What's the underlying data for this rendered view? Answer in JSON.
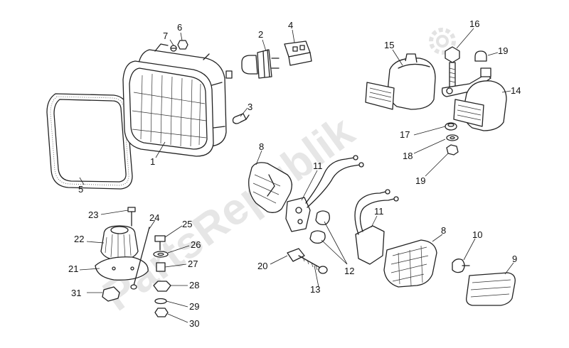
{
  "watermark": {
    "text": "PartsRepublik",
    "color": "#e6e6e6"
  },
  "callouts": {
    "c1": "1",
    "c2": "2",
    "c3": "3",
    "c4": "4",
    "c5": "5",
    "c6": "6",
    "c7": "7",
    "c8a": "8",
    "c8b": "8",
    "c9": "9",
    "c10": "10",
    "c11a": "11",
    "c11b": "11",
    "c12": "12",
    "c13": "13",
    "c14": "14",
    "c15": "15",
    "c16": "16",
    "c17": "17",
    "c18": "18",
    "c19a": "19",
    "c19b": "19",
    "c20": "20",
    "c21": "21",
    "c22": "22",
    "c23": "23",
    "c24": "24",
    "c25": "25",
    "c26": "26",
    "c27": "27",
    "c28": "28",
    "c29": "29",
    "c30": "30",
    "c31": "31"
  },
  "icons": {
    "watermark_logo": "gear-icon"
  }
}
